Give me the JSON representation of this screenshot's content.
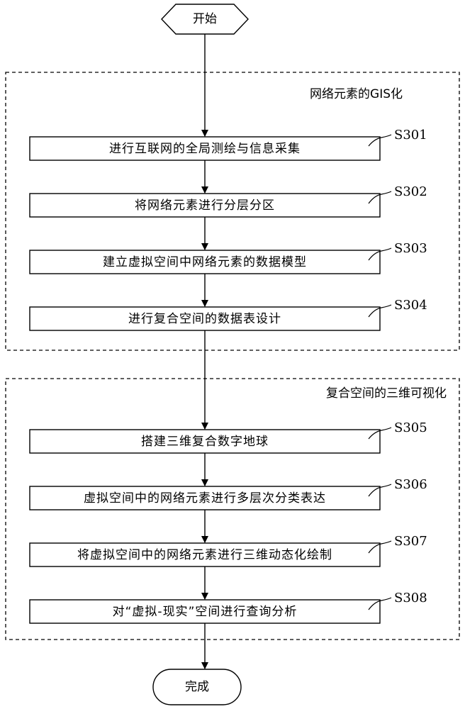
{
  "start": {
    "label": "开始"
  },
  "end": {
    "label": "完成"
  },
  "groups": [
    {
      "title": "网络元素的GIS化"
    },
    {
      "title": "复合空间的三维可视化"
    }
  ],
  "steps": [
    {
      "code": "S301",
      "text": "进行互联网的全局测绘与信息采集"
    },
    {
      "code": "S302",
      "text": "将网络元素进行分层分区"
    },
    {
      "code": "S303",
      "text": "建立虚拟空间中网络元素的数据模型"
    },
    {
      "code": "S304",
      "text": "进行复合空间的数据表设计"
    },
    {
      "code": "S305",
      "text": "搭建三维复合数字地球"
    },
    {
      "code": "S306",
      "text": "虚拟空间中的网络元素进行多层次分类表达"
    },
    {
      "code": "S307",
      "text": "将虚拟空间中的网络元素进行三维动态化绘制"
    },
    {
      "code": "S308",
      "text": "对“虚拟-现实”空间进行查询分析"
    }
  ]
}
